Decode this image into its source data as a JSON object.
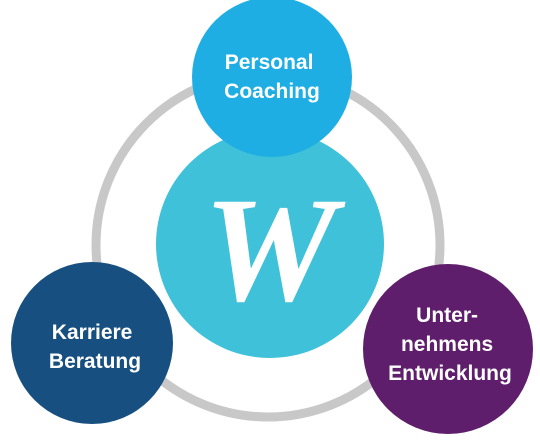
{
  "diagram": {
    "center": {
      "letter": "W",
      "color": "#3ec1d9"
    },
    "ring_color": "#c8c8c8",
    "nodes": [
      {
        "id": "personal-coaching",
        "lines": [
          "Personal",
          "Coaching"
        ],
        "color": "#1faee3"
      },
      {
        "id": "karriere-beratung",
        "lines": [
          "Karriere",
          "Beratung"
        ],
        "color": "#174f80"
      },
      {
        "id": "unternehmens-entwicklung",
        "lines": [
          "Unter-",
          "nehmens",
          "Entwicklung"
        ],
        "color": "#5f1e6b"
      }
    ]
  }
}
